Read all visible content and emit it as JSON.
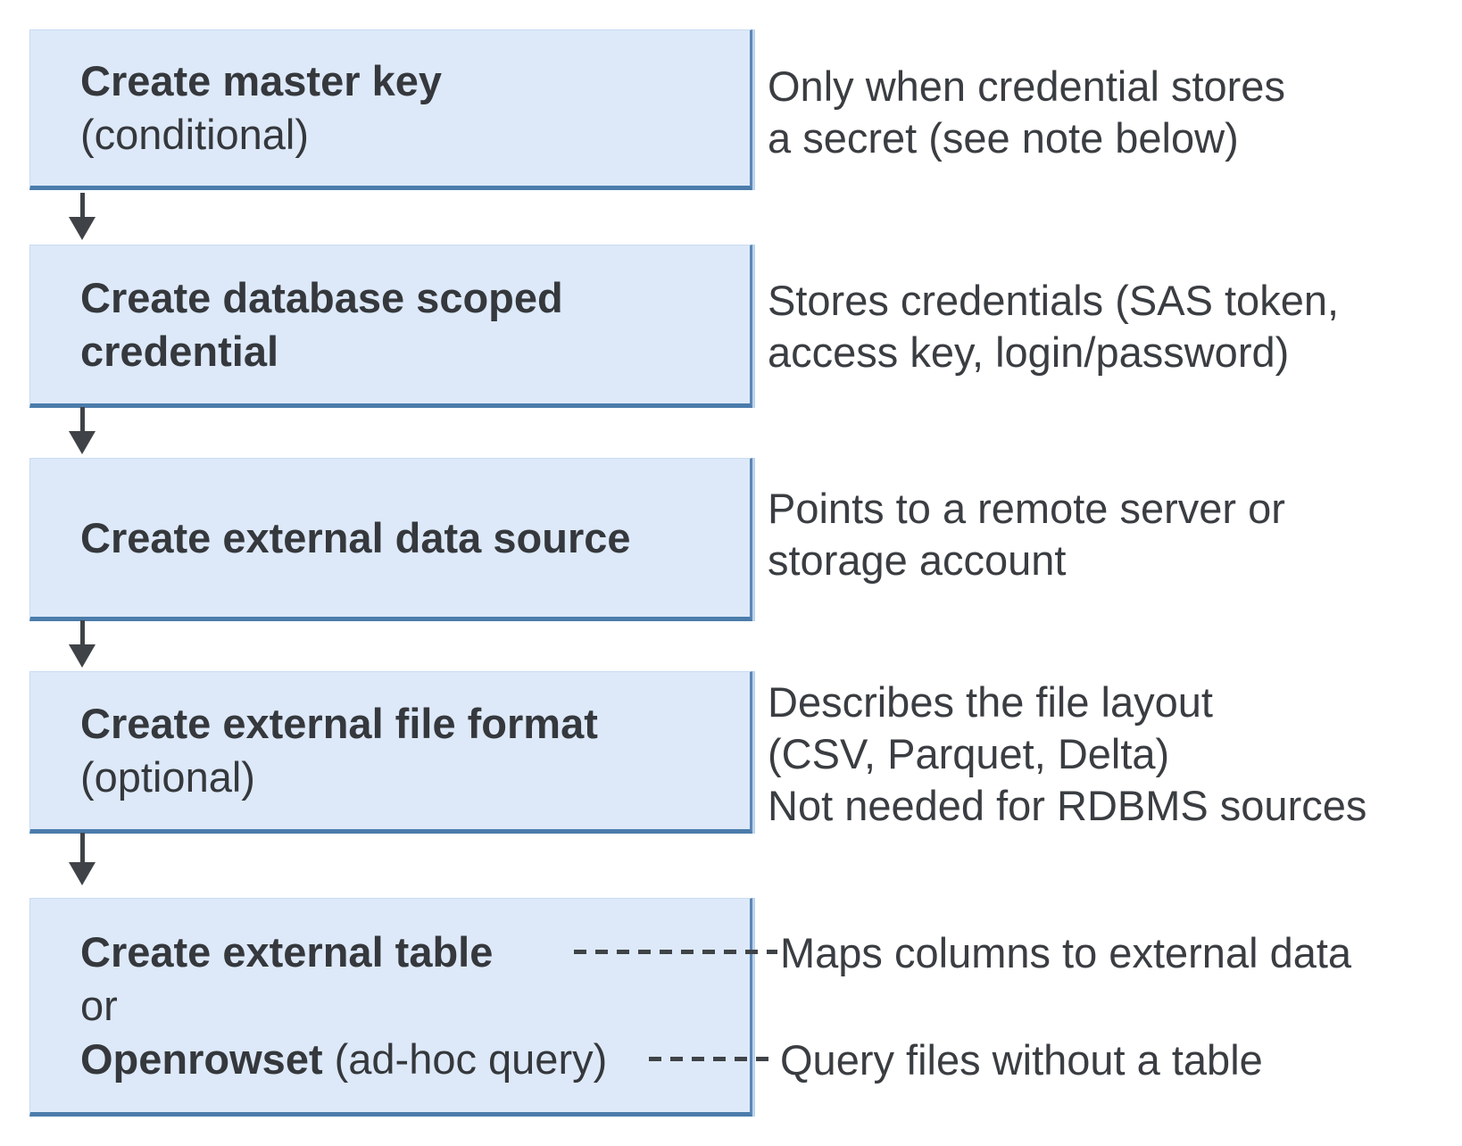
{
  "palette": {
    "box_fill": "#dde9f9",
    "box_border_dark_blue": "#4b7cab",
    "box_border_light_blue": "#c9dcf2",
    "arrow_and_dash_color": "#3f4347",
    "text_color": "#35383c",
    "background": "#ffffff"
  },
  "flow": {
    "steps": [
      {
        "title": "Create master key",
        "qualifier": "(conditional)",
        "note": {
          "lines": [
            "Only when credential stores",
            "a secret (see note below)"
          ]
        }
      },
      {
        "title_line1": "Create database scoped",
        "title_line2": "credential",
        "note": {
          "lines": [
            "Stores credentials (SAS token,",
            "access key, login/password)"
          ]
        }
      },
      {
        "title": "Create external data source",
        "note": {
          "lines": [
            "Points to a remote server or",
            "storage account"
          ]
        }
      },
      {
        "title": "Create external file format",
        "qualifier": "(optional)",
        "note": {
          "lines": [
            "Describes the file layout",
            "(CSV, Parquet, Delta)",
            "Not needed for RDBMS sources"
          ]
        }
      },
      {
        "option_a": "Create external table",
        "conjunction": "or",
        "option_b_name": "Openrowset",
        "option_b_qualifier": "(ad-hoc query)",
        "note_option_a": "Maps columns to external data",
        "note_option_b": "Query files without a table"
      }
    ]
  }
}
